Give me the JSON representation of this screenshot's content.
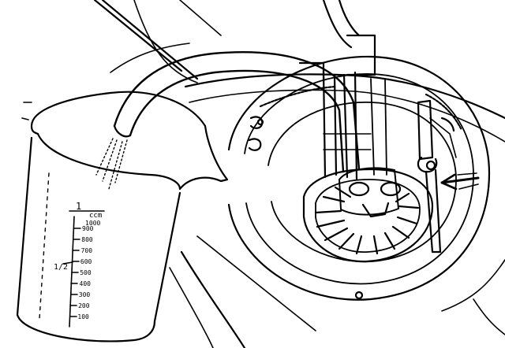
{
  "figure": {
    "line_color": "#000000",
    "background": "#ffffff"
  },
  "beaker": {
    "unit_label": "ccm",
    "top_value": "1000",
    "one_label": "1",
    "half_label": "1/2",
    "scale_values": [
      "900",
      "800",
      "700",
      "600",
      "500",
      "400",
      "300",
      "200",
      "100"
    ]
  }
}
